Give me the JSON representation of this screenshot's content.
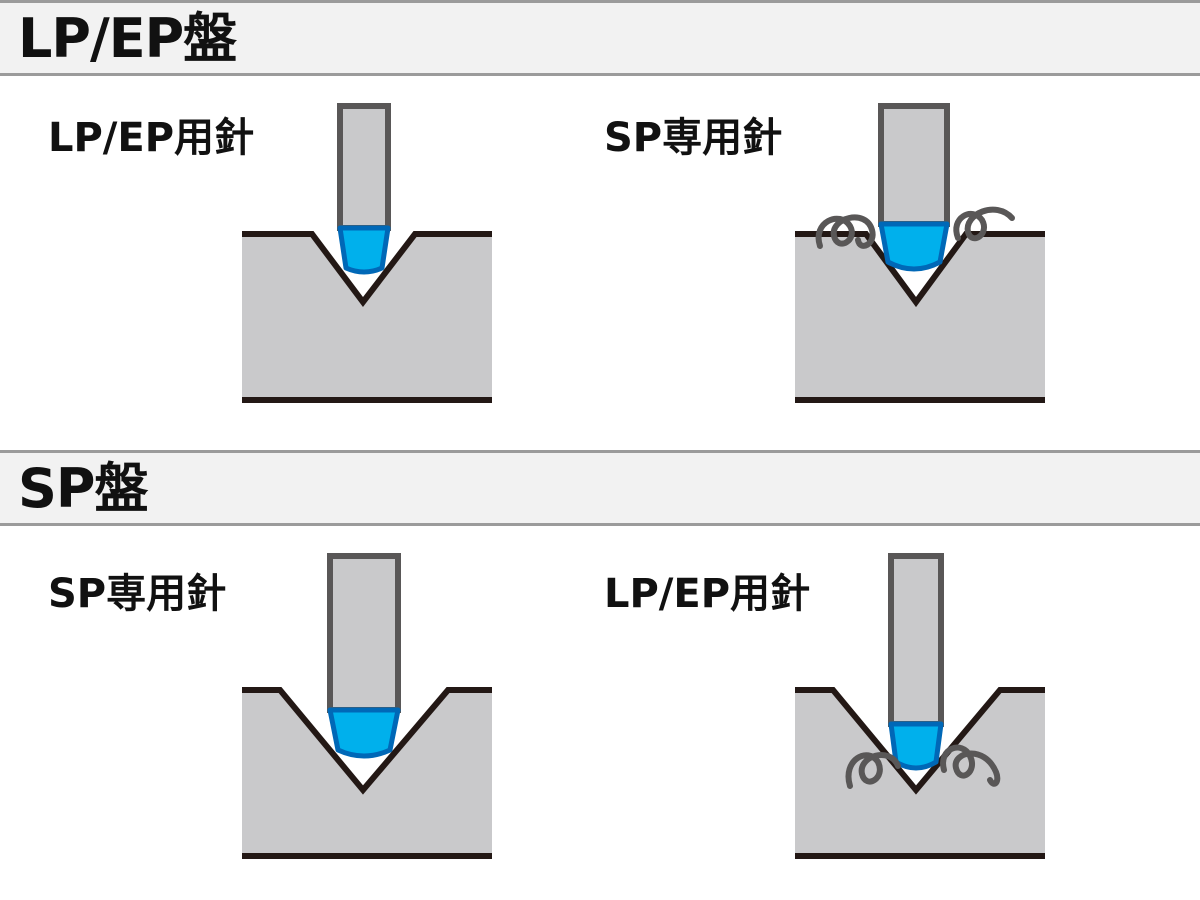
{
  "sections": [
    {
      "title": "LP/EP盤",
      "left": {
        "label": "LP/EP用針"
      },
      "right": {
        "label": "SP専用針"
      }
    },
    {
      "title": "SP盤",
      "left": {
        "label": "SP専用針"
      },
      "right": {
        "label": "LP/EP用針"
      }
    }
  ],
  "colors": {
    "record": "#c9c9cb",
    "stylus_shank": "#c9c9cb",
    "stylus_outline": "#595757",
    "stylus_tip": "#00b0ec",
    "stylus_tip_outline": "#0068b7",
    "line": "#231815",
    "debris": "#595757"
  }
}
